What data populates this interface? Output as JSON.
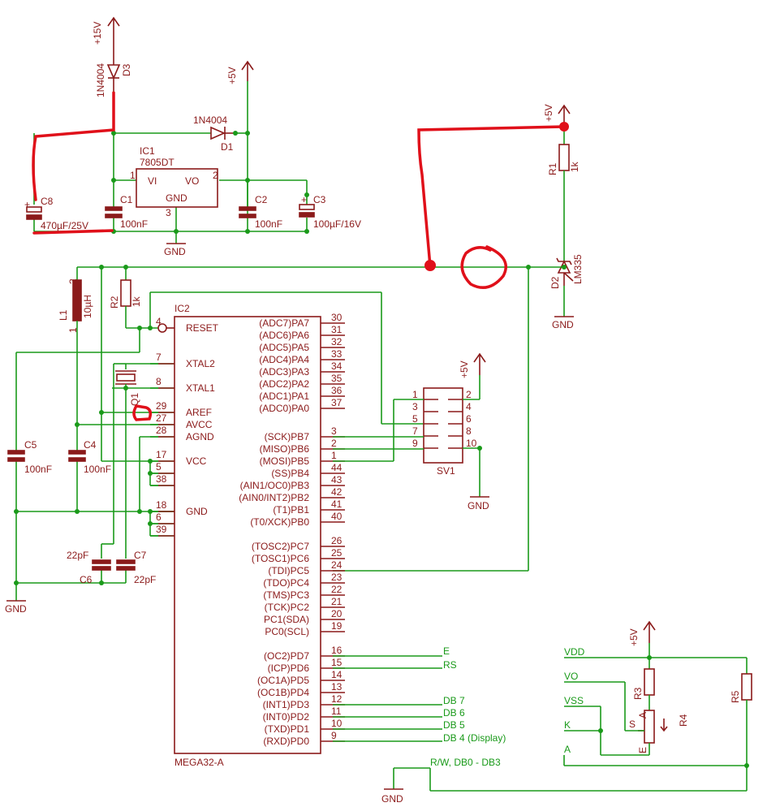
{
  "power": {
    "p15v": "+15V",
    "p5v_top": "+5V",
    "p5v_r1": "+5V",
    "p5v_sv1": "+5V",
    "p5v_lcd": "+5V",
    "gnd_reg": "GND",
    "gnd_d2": "GND",
    "gnd_sv1": "GND",
    "gnd_left": "GND",
    "gnd_bottom": "GND"
  },
  "parts": {
    "d3_name": "D3",
    "d3_value": "1N4004",
    "d1_name": "D1",
    "d1_value": "1N4004",
    "ic1_name": "IC1",
    "ic1_value": "7805DT",
    "ic1_vi": "VI",
    "ic1_vo": "VO",
    "ic1_gnd": "GND",
    "ic1_p1": "1",
    "ic1_p2": "2",
    "ic1_p3": "3",
    "c8_name": "C8",
    "c8_value": "470µF/25V",
    "c1_name": "C1",
    "c1_value": "100nF",
    "c2_name": "C2",
    "c2_value": "100nF",
    "c3_name": "C3",
    "c3_value": "100µF/16V",
    "r1_name": "R1",
    "r1_value": "1k",
    "d2_name": "D2",
    "d2_value": "LM335",
    "l1_name": "L1",
    "l1_value": "10µH",
    "l1_p2": "2",
    "l1_p1": "1",
    "r2_name": "R2",
    "r2_value": "1k",
    "c5_name": "C5",
    "c5_value": "100nF",
    "c4_name": "C4",
    "c4_value": "100nF",
    "q1_name": "Q1",
    "c6_name": "C6",
    "c6_value": "22pF",
    "c7_name": "C7",
    "c7_value": "22pF",
    "sv1_name": "SV1",
    "r3_name": "R3",
    "r4_name": "R4",
    "r5_name": "R5",
    "r4_s": "S",
    "r4_a": "A",
    "r4_e": "E"
  },
  "ic2": {
    "name": "IC2",
    "value": "MEGA32-A",
    "left_pins": [
      {
        "label": "RESET",
        "num": "4"
      },
      {
        "label": "XTAL2",
        "num": "7"
      },
      {
        "label": "XTAL1",
        "num": "8"
      },
      {
        "label": "AREF",
        "num": "29"
      },
      {
        "label": "AVCC",
        "num": "27"
      },
      {
        "label": "AGND",
        "num": "28"
      },
      {
        "label": "VCC",
        "num": "17"
      },
      {
        "label": "",
        "num": "5"
      },
      {
        "label": "",
        "num": "38"
      },
      {
        "label": "GND",
        "num": "18"
      },
      {
        "label": "",
        "num": "6"
      },
      {
        "label": "",
        "num": "39"
      }
    ],
    "right_pins": [
      {
        "label": "(ADC7)PA7",
        "num": "30"
      },
      {
        "label": "(ADC6)PA6",
        "num": "31"
      },
      {
        "label": "(ADC5)PA5",
        "num": "32"
      },
      {
        "label": "(ADC4)PA4",
        "num": "33"
      },
      {
        "label": "(ADC3)PA3",
        "num": "34"
      },
      {
        "label": "(ADC2)PA2",
        "num": "35"
      },
      {
        "label": "(ADC1)PA1",
        "num": "36"
      },
      {
        "label": "(ADC0)PA0",
        "num": "37"
      },
      {
        "label": "(SCK)PB7",
        "num": "3"
      },
      {
        "label": "(MISO)PB6",
        "num": "2"
      },
      {
        "label": "(MOSI)PB5",
        "num": "1"
      },
      {
        "label": "(SS)PB4",
        "num": "44"
      },
      {
        "label": "(AIN1/OC0)PB3",
        "num": "43"
      },
      {
        "label": "(AIN0/INT2)PB2",
        "num": "42"
      },
      {
        "label": "(T1)PB1",
        "num": "41"
      },
      {
        "label": "(T0/XCK)PB0",
        "num": "40"
      },
      {
        "label": "(TOSC2)PC7",
        "num": "26"
      },
      {
        "label": "(TOSC1)PC6",
        "num": "25"
      },
      {
        "label": "(TDI)PC5",
        "num": "24"
      },
      {
        "label": "(TDO)PC4",
        "num": "23"
      },
      {
        "label": "(TMS)PC3",
        "num": "22"
      },
      {
        "label": "(TCK)PC2",
        "num": "21"
      },
      {
        "label": "PC1(SDA)",
        "num": "20"
      },
      {
        "label": "PC0(SCL)",
        "num": "19"
      },
      {
        "label": "(OC2)PD7",
        "num": "16"
      },
      {
        "label": "(ICP)PD6",
        "num": "15"
      },
      {
        "label": "(OC1A)PD5",
        "num": "14"
      },
      {
        "label": "(OC1B)PD4",
        "num": "13"
      },
      {
        "label": "(INT1)PD3",
        "num": "12"
      },
      {
        "label": "(INT0)PD2",
        "num": "11"
      },
      {
        "label": "(TXD)PD1",
        "num": "10"
      },
      {
        "label": "(RXD)PD0",
        "num": "9"
      }
    ]
  },
  "sv1_pins": [
    "1",
    "2",
    "3",
    "4",
    "5",
    "6",
    "7",
    "8",
    "9",
    "10"
  ],
  "nets": {
    "e": "E",
    "rs": "RS",
    "db7": "DB 7",
    "db6": "DB 6",
    "db5": "DB 5",
    "db4": "DB 4 (Display)",
    "vdd": "VDD",
    "vo": "VO",
    "vss": "VSS",
    "k": "K",
    "a": "A",
    "rw": "R/W,  DB0 - DB3"
  },
  "colors": {
    "wire": "#1a9a1a",
    "part": "#8b1a1a",
    "markup": "#e0101a"
  }
}
